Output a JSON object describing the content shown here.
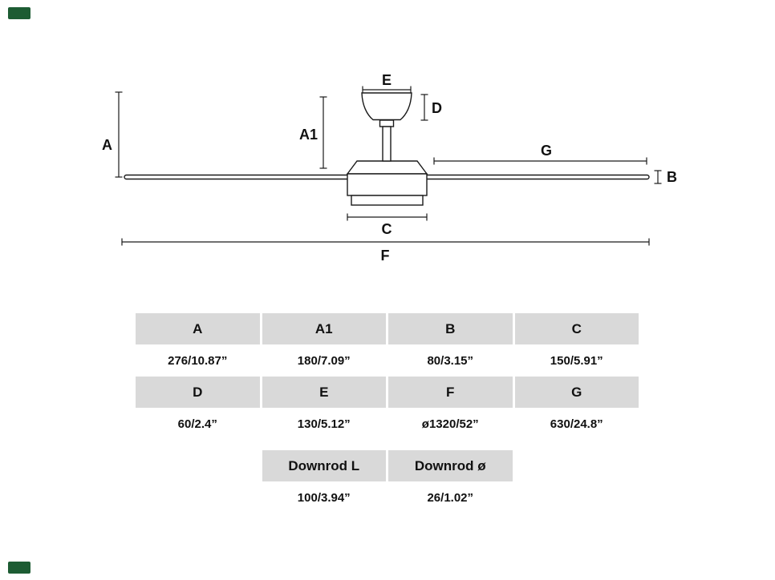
{
  "diagram": {
    "labels": {
      "A": "A",
      "A1": "A1",
      "B": "B",
      "C": "C",
      "D": "D",
      "E": "E",
      "F": "F",
      "G": "G"
    }
  },
  "dim_table": {
    "header_row_1": [
      "A",
      "A1",
      "B",
      "C"
    ],
    "value_row_1": [
      "276/10.87”",
      "180/7.09”",
      "80/3.15”",
      "150/5.91”"
    ],
    "header_row_2": [
      "D",
      "E",
      "F",
      "G"
    ],
    "value_row_2": [
      "60/2.4”",
      "130/5.12”",
      "ø1320/52”",
      "630/24.8”"
    ],
    "header_row_3": [
      "Downrod L",
      "Downrod ø"
    ],
    "value_row_3": [
      "100/3.94”",
      "26/1.02”"
    ]
  }
}
